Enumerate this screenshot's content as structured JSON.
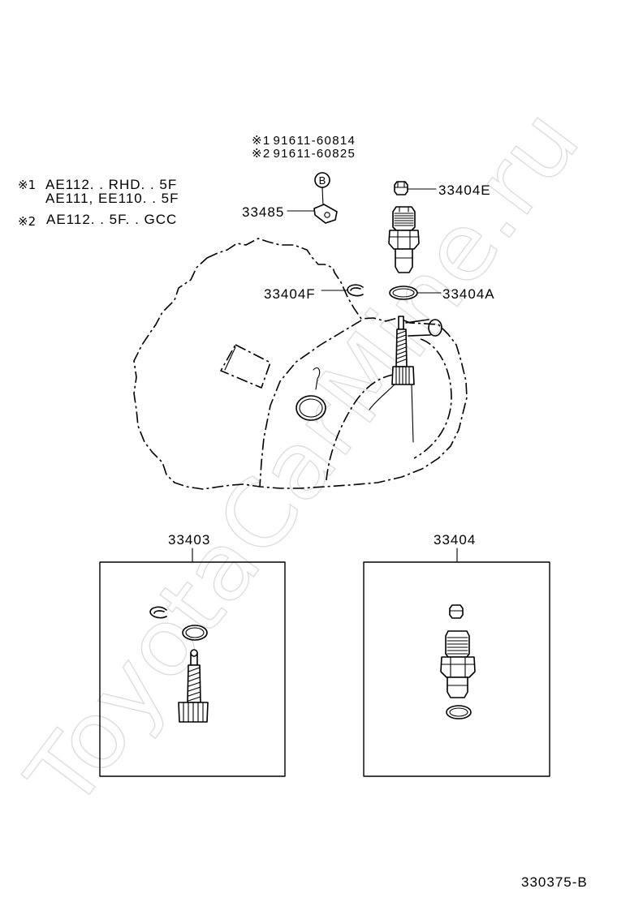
{
  "legend": [
    {
      "mark": "※1",
      "lines": [
        "AE112. . RHD. . 5F",
        "AE111, EE110. . 5F"
      ]
    },
    {
      "mark": "※2",
      "lines": [
        "AE112. . 5F. . GCC"
      ]
    }
  ],
  "bolt_note": {
    "lines": [
      {
        "mark": "※1",
        "part_no": "91611-60814"
      },
      {
        "mark": "※2",
        "part_no": "91611-60825"
      }
    ],
    "symbol": "B"
  },
  "callouts": {
    "cap": "33404E",
    "clip_plate": "33485",
    "retainer_clip": "33404F",
    "o_ring": "33404A"
  },
  "assemblies": {
    "left": "33403",
    "right": "33404"
  },
  "diagram_code": "330375-B",
  "watermark": "ToyotaCarMine.ru"
}
